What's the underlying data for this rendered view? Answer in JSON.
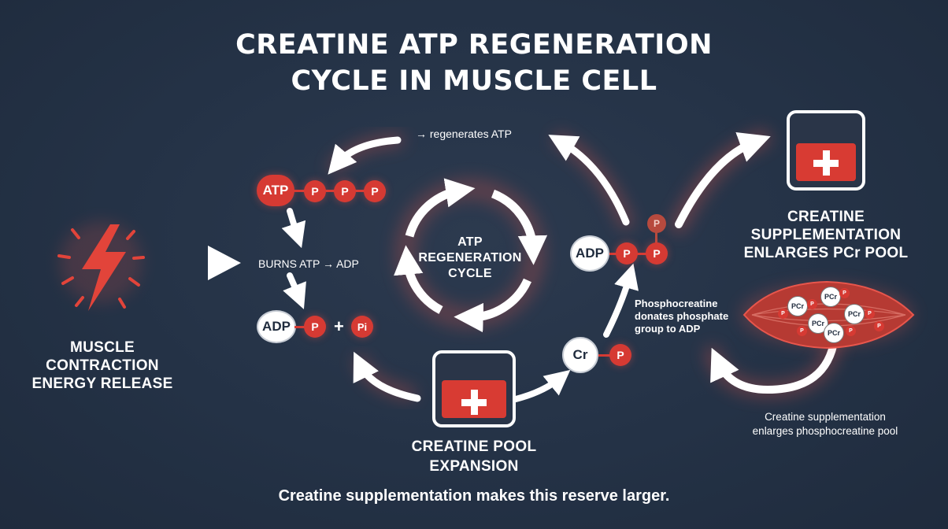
{
  "title": {
    "line1": "CREATINE ATP REGENERATION",
    "line2": "CYCLE IN MUSCLE CELL"
  },
  "muscle_contraction": {
    "line1": "MUSCLE",
    "line2": "CONTRACTION",
    "line3": "ENERGY RELEASE"
  },
  "atp_group": {
    "base": "ATP",
    "p": "P"
  },
  "burns_label": "BURNS ATP → ADP",
  "adp_group_left": {
    "base": "ADP",
    "p": "P",
    "plus": "+",
    "pi": "Pi"
  },
  "regenerates_label": "→ regenerates ATP",
  "cycle_label": {
    "line1": "ATP",
    "line2": "REGENERATION",
    "line3": "CYCLE"
  },
  "pool_expansion": {
    "line1": "CREATINE POOL",
    "line2": "EXPANSION"
  },
  "adp_group_right": {
    "base": "ADP",
    "p": "P"
  },
  "cr_group": {
    "base": "Cr",
    "p": "P"
  },
  "phosphocreatine_note": {
    "line1": "Phosphocreatine",
    "line2": "donates phosphate",
    "line3": "group to ADP"
  },
  "supplementation_header": {
    "line1": "CREATINE",
    "line2": "SUPPLEMENTATION",
    "line3": "ENLARGES PCr POOL"
  },
  "muscle_fiber": {
    "pcr": "PCr",
    "p": "P"
  },
  "supplementation_note": {
    "line1": "Creatine supplementation",
    "line2": "enlarges phosphocreatine pool"
  },
  "footer": "Creatine supplementation makes this reserve larger.",
  "colors": {
    "background": "#243246",
    "accent_red": "#d63a33",
    "glow_red": "#e8564c",
    "white": "#ffffff"
  },
  "icons": [
    "lightning-bolt-icon",
    "creatine-container-icon",
    "muscle-fiber-icon",
    "cycle-arrows-icon"
  ]
}
